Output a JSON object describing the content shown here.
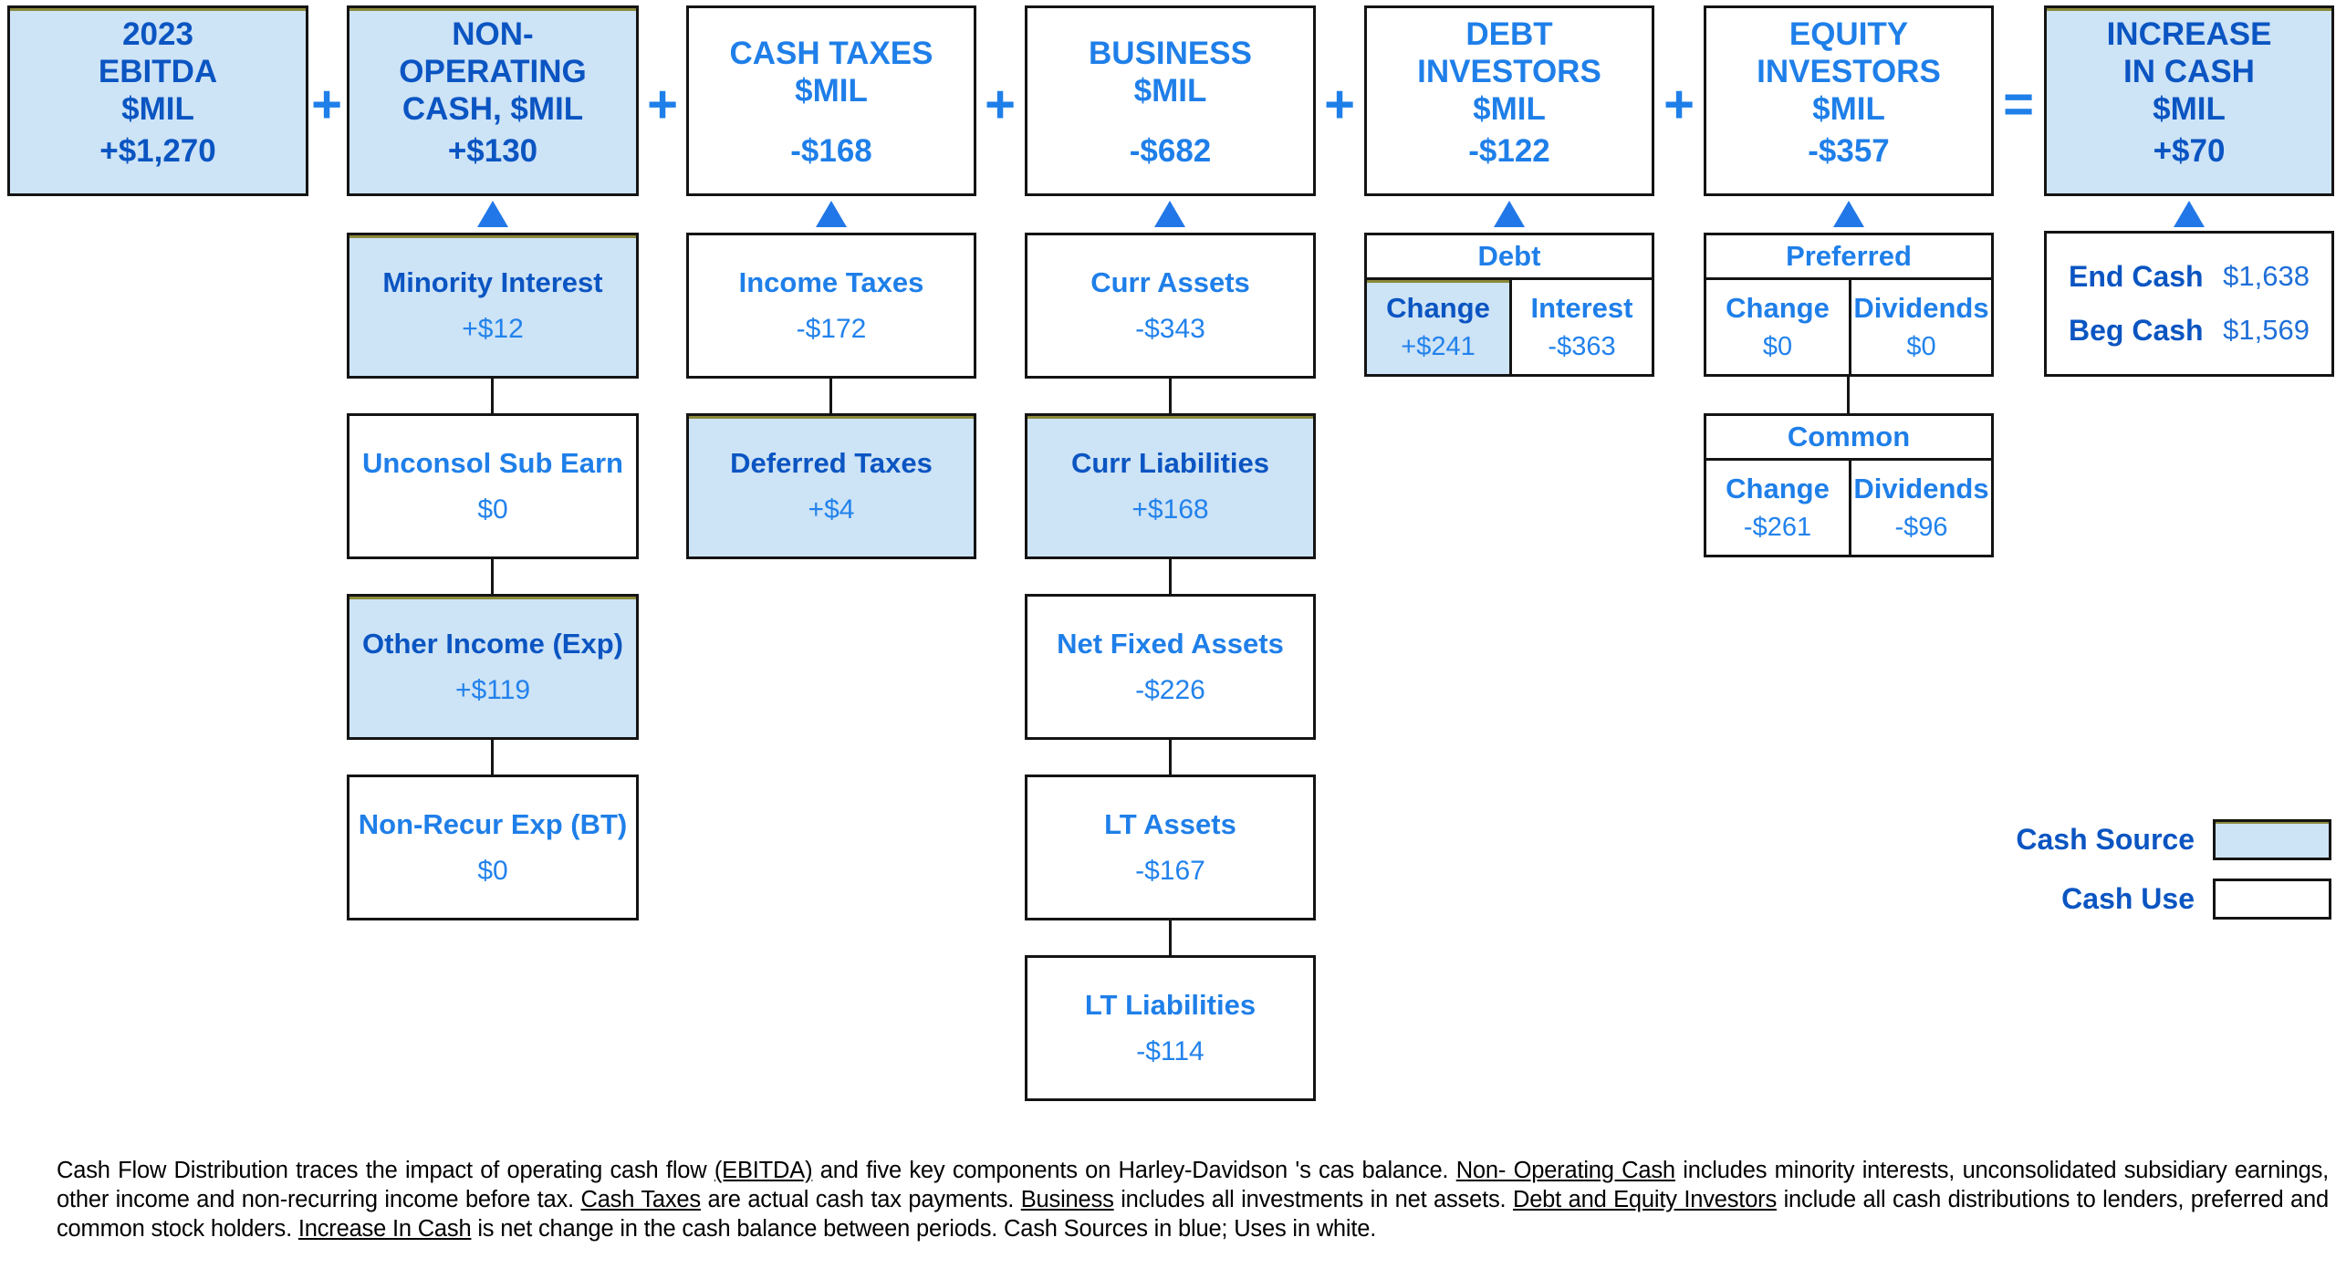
{
  "palette": {
    "fill_blue": "#cde3f6",
    "dark_blue_text": "#0b55c2",
    "bright_blue_text": "#1f7fe9",
    "value_blue_text": "#2282ec",
    "border_black": "#141414",
    "border_olive": "#8c8a3c"
  },
  "headers": [
    {
      "title": "2023\nEBITDA\n$MIL",
      "value": "+$1,270"
    },
    {
      "title": "NON-\nOPERATING\nCASH, $MIL",
      "value": "+$130"
    },
    {
      "title": "CASH TAXES\n$MIL",
      "value": "-$168"
    },
    {
      "title": "BUSINESS\n$MIL",
      "value": "-$682"
    },
    {
      "title": "DEBT\nINVESTORS\n$MIL",
      "value": "-$122"
    },
    {
      "title": "EQUITY\nINVESTORS\n$MIL",
      "value": "-$357"
    },
    {
      "title": "INCREASE\nIN CASH\n$MIL",
      "value": "+$70"
    }
  ],
  "operators": [
    "+",
    "+",
    "+",
    "+",
    "+",
    "="
  ],
  "non_operating": [
    {
      "label": "Minority Interest",
      "value": "+$12"
    },
    {
      "label": "Unconsol Sub Earn",
      "value": "$0"
    },
    {
      "label": "Other Income (Exp)",
      "value": "+$119"
    },
    {
      "label": "Non-Recur Exp (BT)",
      "value": "$0"
    }
  ],
  "cash_taxes": [
    {
      "label": "Income Taxes",
      "value": "-$172"
    },
    {
      "label": "Deferred Taxes",
      "value": "+$4"
    }
  ],
  "business": [
    {
      "label": "Curr Assets",
      "value": "-$343"
    },
    {
      "label": "Curr Liabilities",
      "value": "+$168"
    },
    {
      "label": "Net Fixed Assets",
      "value": "-$226"
    },
    {
      "label": "LT Assets",
      "value": "-$167"
    },
    {
      "label": "LT Liabilities",
      "value": "-$114"
    }
  ],
  "debt_table": {
    "title": "Debt",
    "cells": [
      {
        "header": "Change",
        "value": "+$241"
      },
      {
        "header": "Interest",
        "value": "-$363"
      }
    ]
  },
  "preferred_table": {
    "title": "Preferred",
    "cells": [
      {
        "header": "Change",
        "value": "$0"
      },
      {
        "header": "Dividends",
        "value": "$0"
      }
    ]
  },
  "common_table": {
    "title": "Common",
    "cells": [
      {
        "header": "Change",
        "value": "-$261"
      },
      {
        "header": "Dividends",
        "value": "-$96"
      }
    ]
  },
  "cash_summary": [
    {
      "label": "End Cash",
      "value": "$1,638"
    },
    {
      "label": "Beg Cash",
      "value": "$1,569"
    }
  ],
  "legend": [
    {
      "label": "Cash Source"
    },
    {
      "label": "Cash Use"
    }
  ],
  "footnote": {
    "segments": [
      {
        "text": "Cash Flow Distribution traces the impact of operating cash flow "
      },
      {
        "text": "(EBITDA)",
        "u": true
      },
      {
        "text": " and five key components on Harley-Davidson 's cas balance. "
      },
      {
        "text": "Non- Operating Cash",
        "u": true
      },
      {
        "text": " includes minority interests, unconsolidated subsidiary earnings, other income and non-recurring income before tax. "
      },
      {
        "text": "Cash Taxes",
        "u": true
      },
      {
        "text": " are actual cash tax payments. "
      },
      {
        "text": "Business",
        "u": true
      },
      {
        "text": " includes all investments in net assets. "
      },
      {
        "text": "Debt and Equity Investors",
        "u": true
      },
      {
        "text": " include all cash distributions to lenders, preferred and common stock holders. "
      },
      {
        "text": "Increase In Cash",
        "u": true
      },
      {
        "text": " is net change in the cash balance between periods. Cash Sources in blue; Uses in white."
      }
    ]
  }
}
